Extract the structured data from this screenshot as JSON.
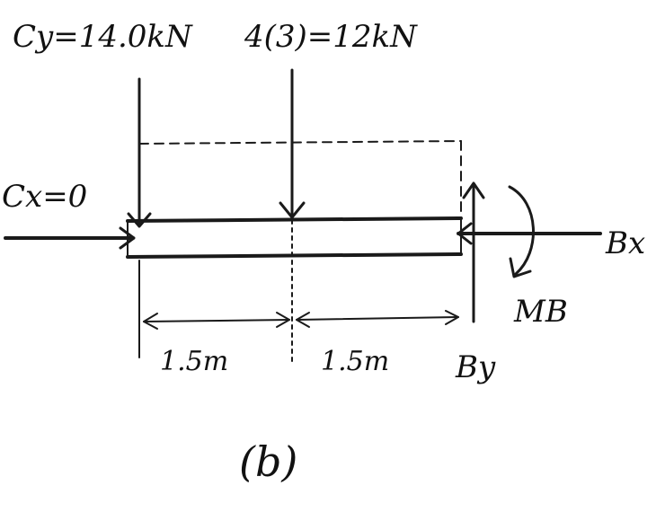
{
  "labels": {
    "cy_force": "Cy=14.0kN",
    "distributed_resultant": "4(3)=12kN",
    "cx_force": "Cx=0",
    "bx_force": "Bx",
    "moment_b": "MB",
    "by_force": "By",
    "dim_left": "1.5m",
    "dim_right": "1.5m",
    "caption": "(b)"
  }
}
